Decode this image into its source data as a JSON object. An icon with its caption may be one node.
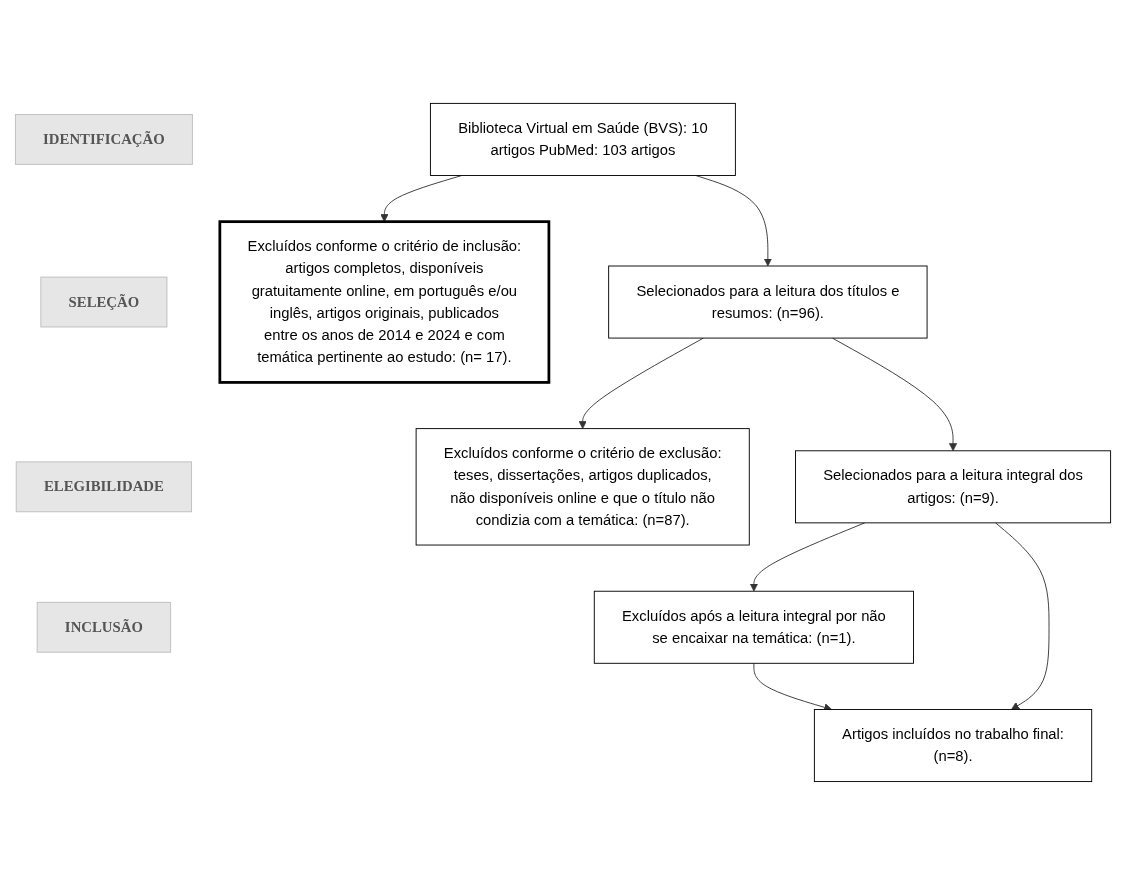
{
  "diagram": {
    "nodes": [
      {
        "text": [
          "IDENTIFICAÇÃO"
        ]
      },
      {
        "text": [
          "Biblioteca Virtual em Saúde (BVS): 10 artigos PubMed: 103 artigos"
        ]
      },
      {
        "text": [
          "Excluídos conforme o critério de inclusão: artigos completos, disponíveis gratuitamente online, em português e/ou inglês, artigos originais, publicados entre os anos de 2014 e 2024 e com temática pertinente ao estudo: (n= 17)."
        ]
      },
      {
        "text": [
          "SELEÇÃO"
        ]
      },
      {
        "text": [
          "Selecionados para a leitura dos títulos e resumos: (n=96)."
        ]
      },
      {
        "text": [
          "Excluídos conforme o critério de exclusão: teses, dissertações, artigos duplicados, não disponíveis online e que o título não condizia com a temática: (n=87)."
        ]
      },
      {
        "text": [
          "ELEGIBILIDADE"
        ]
      },
      {
        "text": [
          "Selecionados para a leitura integral dos artigos: (n=9)."
        ]
      },
      {
        "text": [
          "Excluídos após a leitura integral por não se encaixar na temática: (n=1)."
        ]
      },
      {
        "text": [
          "INCLUSÃO"
        ]
      },
      {
        "text": [
          "Artigos incluídos no trabalho final: (n=8)."
        ]
      }
    ],
    "edges": [
      {
        "from": 1,
        "to": 2,
        "arrow": "to"
      },
      {
        "from": 1,
        "to": 4,
        "arrow": "to"
      },
      {
        "from": 4,
        "to": 5,
        "arrow": "to"
      },
      {
        "from": 4,
        "to": 7,
        "arrow": "to"
      },
      {
        "from": 7,
        "to": 8,
        "arrow": "to"
      },
      {
        "from": 7,
        "to": 10,
        "arrow": "to"
      },
      {
        "from": 8,
        "to": 10,
        "arrow": "to"
      }
    ]
  }
}
